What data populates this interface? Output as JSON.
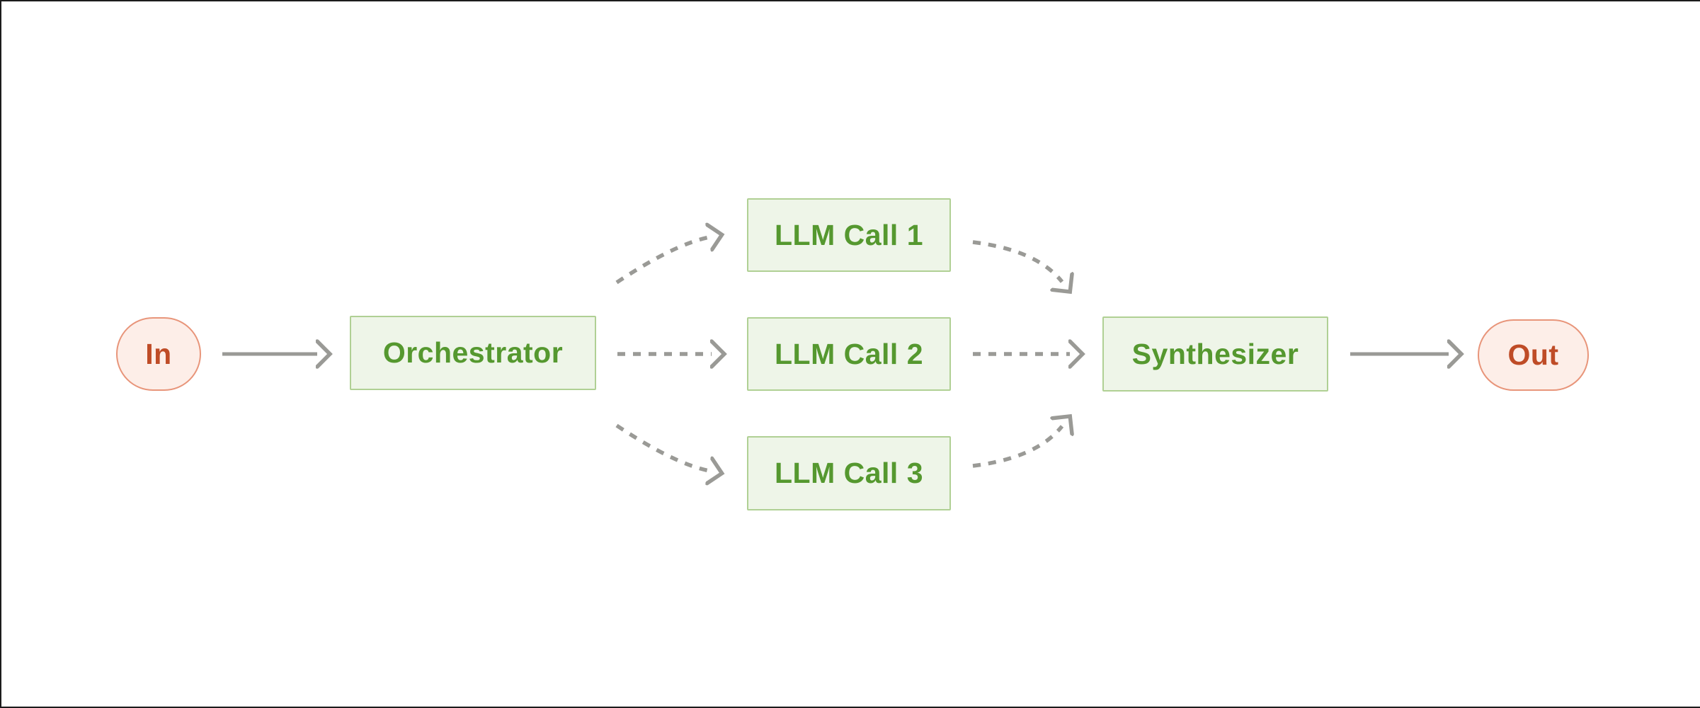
{
  "diagram": {
    "type": "workflow-diagram",
    "nodes": {
      "in": {
        "label": "In",
        "shape": "stadium",
        "role": "input-terminal"
      },
      "orchestrator": {
        "label": "Orchestrator",
        "shape": "rect",
        "role": "process"
      },
      "llm1": {
        "label": "LLM Call 1",
        "shape": "rect",
        "role": "process"
      },
      "llm2": {
        "label": "LLM Call 2",
        "shape": "rect",
        "role": "process"
      },
      "llm3": {
        "label": "LLM Call 3",
        "shape": "rect",
        "role": "process"
      },
      "synthesizer": {
        "label": "Synthesizer",
        "shape": "rect",
        "role": "process"
      },
      "out": {
        "label": "Out",
        "shape": "stadium",
        "role": "output-terminal"
      }
    },
    "edges": [
      {
        "from": "in",
        "to": "orchestrator",
        "style": "solid"
      },
      {
        "from": "orchestrator",
        "to": "llm1",
        "style": "dashed-curved"
      },
      {
        "from": "orchestrator",
        "to": "llm2",
        "style": "dashed-straight"
      },
      {
        "from": "orchestrator",
        "to": "llm3",
        "style": "dashed-curved"
      },
      {
        "from": "llm1",
        "to": "synthesizer",
        "style": "dashed-curved"
      },
      {
        "from": "llm2",
        "to": "synthesizer",
        "style": "dashed-straight"
      },
      {
        "from": "llm3",
        "to": "synthesizer",
        "style": "dashed-curved"
      },
      {
        "from": "synthesizer",
        "to": "out",
        "style": "solid"
      }
    ],
    "colors": {
      "node_green_fill": "#eef5e8",
      "node_green_border": "#b0d094",
      "node_green_text": "#55982f",
      "terminal_fill": "#fdeee8",
      "terminal_border": "#e8957a",
      "terminal_text": "#bf4c27",
      "arrow": "#9a9a96",
      "frame": "#1c1c1c",
      "canvas_bg": "#ffffff"
    }
  }
}
